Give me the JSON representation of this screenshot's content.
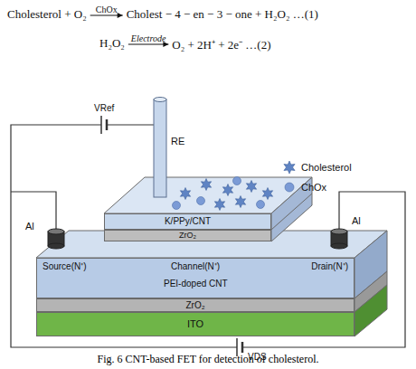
{
  "diagram": {
    "caption": "Fig. 6 CNT-based FET for detection of cholesterol.",
    "nodes": [
      {
        "text": [
          "K/PPy/CNT"
        ]
      },
      {
        "text": [
          "ZrO₂"
        ]
      },
      {
        "text": [
          "Source(N⁺)",
          "Channel(N⁺)",
          "Drain(N⁺)",
          "PEI-doped CNT"
        ]
      },
      {
        "text": [
          "ZrO₂"
        ]
      },
      {
        "text": [
          "ITO"
        ]
      }
    ],
    "labels": [
      "Cholesterol + O₂",
      "ChOx",
      "Cholest − 4 − en − 3 − one + H₂O₂ …(1)",
      "H₂O₂",
      "Electrode",
      "O₂ + 2H⁺ + 2e⁻ …(2)",
      "VRef",
      "RE",
      "Al",
      "Al",
      "VDS"
    ],
    "legend": [
      {
        "text": "Cholesterol"
      },
      {
        "text": "ChOx"
      }
    ]
  }
}
